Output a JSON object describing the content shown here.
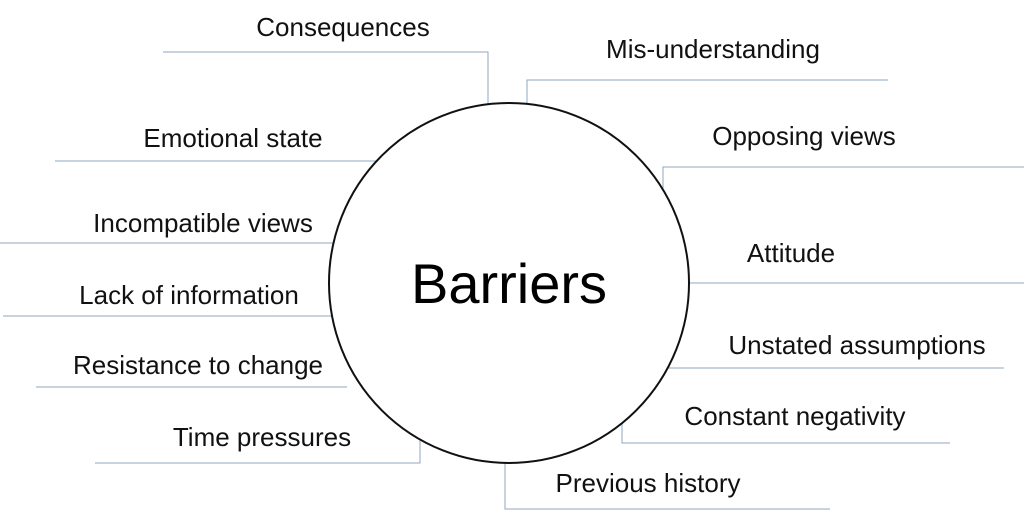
{
  "diagram": {
    "center_label": "Barriers",
    "line_color": "#8fa8c0",
    "circle_color": "#111111",
    "labels": [
      "Consequences",
      "Mis-understanding",
      "Emotional state",
      "Opposing views",
      "Incompatible views",
      "Attitude",
      "Lack of information",
      "Unstated assumptions",
      "Resistance to change",
      "Constant negativity",
      "Time pressures",
      "Previous history"
    ]
  }
}
